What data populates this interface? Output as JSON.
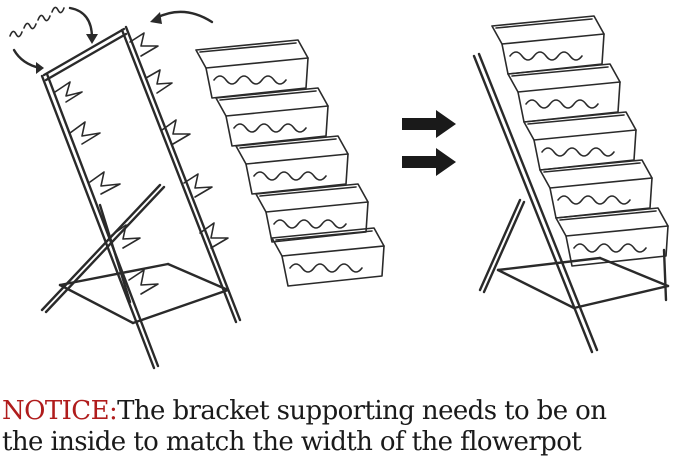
{
  "notice": {
    "label": "NOTICE:",
    "line1": "The bracket supporting needs to be on",
    "line2": "the inside to match the width of the flowerpot"
  },
  "icons": {
    "step_arrows": "double-right-arrow-icon",
    "curved_arrow": "curved-arrow-icon",
    "hooks": "s-hook-icon"
  },
  "colors": {
    "notice_label": "#b01c1c",
    "text": "#1a1a1a",
    "line_art": "#2a2a2a"
  }
}
